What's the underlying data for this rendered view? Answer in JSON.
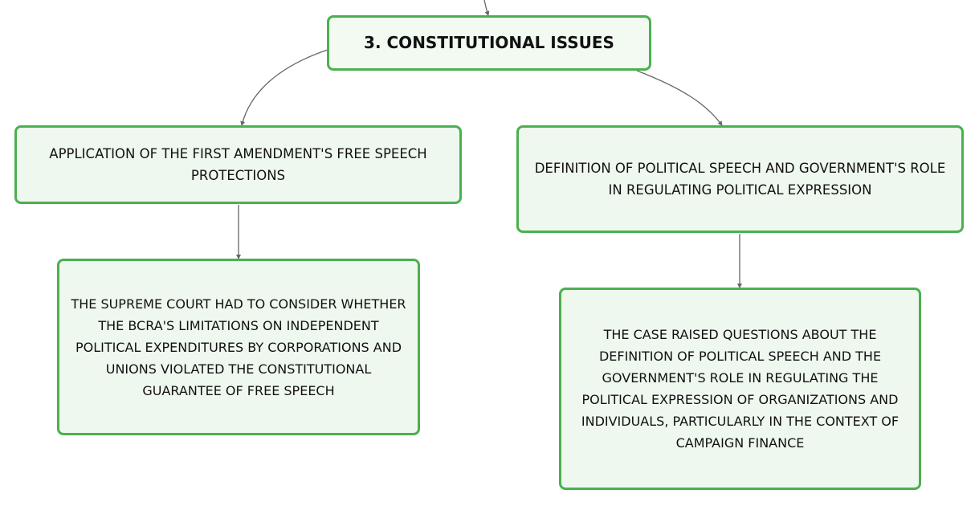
{
  "mindmap": {
    "root": {
      "label": "3. CONSTITUTIONAL ISSUES"
    },
    "branches": [
      {
        "label": "APPLICATION OF THE FIRST AMENDMENT'S FREE SPEECH PROTECTIONS",
        "detail": "THE SUPREME COURT HAD TO CONSIDER WHETHER THE BCRA'S LIMITATIONS ON INDEPENDENT POLITICAL EXPENDITURES BY CORPORATIONS AND UNIONS VIOLATED THE CONSTITUTIONAL GUARANTEE OF FREE SPEECH"
      },
      {
        "label": "DEFINITION OF POLITICAL SPEECH AND GOVERNMENT'S ROLE IN REGULATING POLITICAL EXPRESSION",
        "detail": "THE CASE RAISED QUESTIONS ABOUT THE DEFINITION OF POLITICAL SPEECH AND THE GOVERNMENT'S ROLE IN REGULATING THE POLITICAL EXPRESSION OF ORGANIZATIONS AND INDIVIDUALS, PARTICULARLY IN THE CONTEXT OF CAMPAIGN FINANCE"
      }
    ]
  },
  "colors": {
    "node_border": "#4bb04f",
    "node_fill": "#eff8ef",
    "connector": "#666666"
  }
}
